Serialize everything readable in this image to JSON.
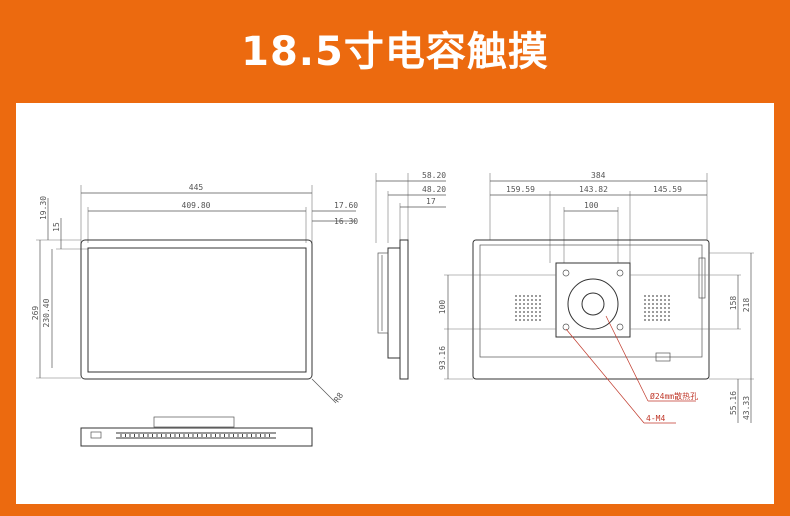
{
  "title": "18.5寸电容触摸",
  "front_view": {
    "width_overall": "445",
    "width_inner": "409.80",
    "right_bezel_1": "17.60",
    "right_bezel_2": "16.30",
    "top_bezel_1": "19.30",
    "top_bezel_2": "15",
    "height_overall": "269",
    "height_inner": "230.40",
    "corner_radius": "R8"
  },
  "side_view": {
    "depth_1": "58.20",
    "depth_2": "48.20",
    "depth_3": "17"
  },
  "back_view": {
    "width_overall": "384",
    "left_offset": "159.59",
    "vesa_span": "143.82",
    "right_offset": "145.59",
    "vesa_hole": "100",
    "vesa_vertical": "100",
    "left_bottom": "93.16",
    "right_height_1": "218",
    "right_height_2": "158",
    "right_bottom_1": "55.16",
    "right_bottom_2": "43.33",
    "callout_hole": "Ø24mm散热孔",
    "callout_screw": "4-M4"
  }
}
